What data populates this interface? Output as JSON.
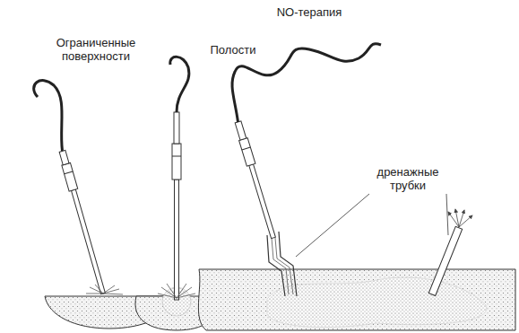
{
  "diagram": {
    "title": "NO-терапия",
    "labels": [
      "Ограниченные поверхности",
      "Полости",
      "дренажные трубки"
    ]
  }
}
